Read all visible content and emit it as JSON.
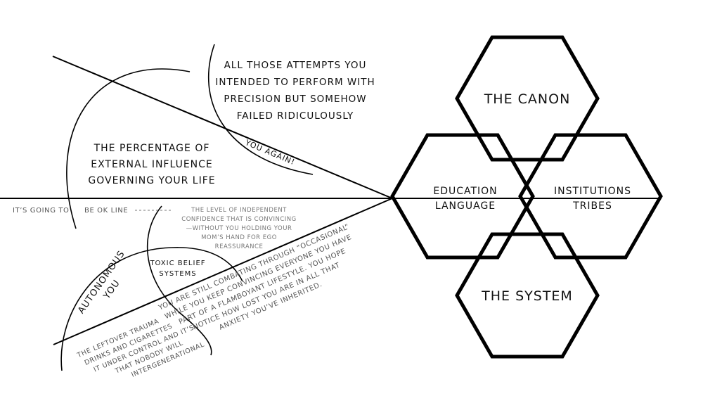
{
  "colors": {
    "ink": "#000000",
    "text": "#111111",
    "muted": "#555555",
    "faint": "#777777",
    "background": "#ffffff"
  },
  "hexagons": {
    "top": "THE CANON",
    "left_lines": [
      "EDUCATION",
      "LANGUAGE"
    ],
    "right_lines": [
      "INSTITUTIONS",
      "TRIBES"
    ],
    "bottom": "THE SYSTEM"
  },
  "texts": {
    "attempts_lines": [
      "ALL THOSE ATTEMPTS YOU",
      "INTENDED TO PERFORM WITH",
      "PRECISION BUT SOMEHOW",
      "FAILED RIDICULOUSLY"
    ],
    "you_again": "YOU AGAIN!",
    "percentage_lines": [
      "THE PERCENTAGE OF",
      "EXTERNAL INFLUENCE",
      "GOVERNING YOUR LIFE"
    ],
    "going_left": "IT’S GOING TO",
    "going_right": "BE OK LINE",
    "confidence_lines": [
      "THE LEVEL OF INDEPENDENT",
      "CONFIDENCE THAT IS CONVINCING",
      "—WITHOUT YOU HOLDING YOUR",
      "MOM’S HAND FOR EGO",
      "REASSURANCE"
    ],
    "toxic_lines": [
      "TOXIC BELIEF",
      "SYSTEMS"
    ],
    "autonomous_lines": [
      "AUTONOMOUS",
      "YOU"
    ],
    "combating_lines": [
      "YOU ARE STILL COMBATING  THROUGH “OCCASIONAL”",
      "WHILE YOU KEEP CONVINCING EVERYONE YOU HAVE",
      "PART OF A FLAMBOYANT LIFESTYLE. YOU HOPE",
      "NOTICE HOW  LOST YOU ARE IN ALL THAT",
      "ANXIETY YOU’VE  INHERITED."
    ],
    "leftover_lines": [
      "THE LEFTOVER TRAUMA",
      "DRINKS AND CIGARETTES",
      "IT UNDER CONTROL AND IT’S",
      "THAT NOBODY WILL",
      "INTERGENERATIONAL"
    ]
  }
}
